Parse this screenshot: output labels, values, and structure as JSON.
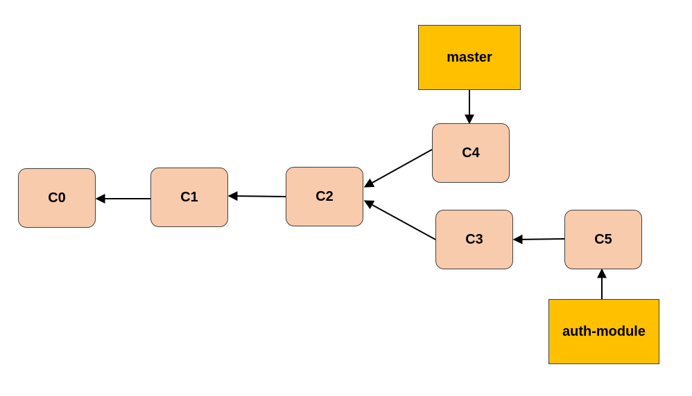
{
  "colors": {
    "commit_fill": "#f8cbad",
    "branch_fill": "#ffc000",
    "border": "#3f3f3f",
    "arrow": "#000000"
  },
  "commits": {
    "c0": "C0",
    "c1": "C1",
    "c2": "C2",
    "c3": "C3",
    "c4": "C4",
    "c5": "C5"
  },
  "branches": {
    "master": "master",
    "auth_module": "auth-module"
  },
  "edges": [
    {
      "from": "C1",
      "to": "C0"
    },
    {
      "from": "C2",
      "to": "C1"
    },
    {
      "from": "C4",
      "to": "C2"
    },
    {
      "from": "C3",
      "to": "C2"
    },
    {
      "from": "C5",
      "to": "C3"
    },
    {
      "from": "master",
      "to": "C4"
    },
    {
      "from": "auth-module",
      "to": "C5"
    }
  ]
}
